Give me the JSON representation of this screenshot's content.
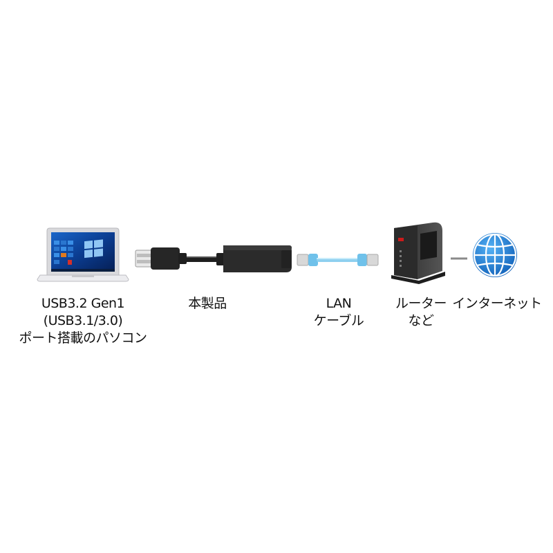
{
  "colors": {
    "background": "#ffffff",
    "text": "#111111",
    "laptop_body": "#e6e6e8",
    "laptop_screen_bg": "#0b3d91",
    "adapter": "#2a2a2a",
    "cable_black": "#1e1e1e",
    "lan_cable": "#8fd0ef",
    "lan_plug": "#d8d8d8",
    "router_body": "#3a3a3a",
    "router_accent": "#cc1b1b",
    "globe": "#1c7fd8",
    "connector_line": "#8a8a8a"
  },
  "nodes": [
    {
      "id": "pc",
      "icon": "laptop-icon",
      "label_lines": [
        "USB3.2 Gen1",
        "(USB3.1/3.0)",
        "ポート搭載のパソコン"
      ]
    },
    {
      "id": "product",
      "icon": "usb-lan-adapter-icon",
      "label_lines": [
        "本製品"
      ]
    },
    {
      "id": "lan-cable",
      "icon": "lan-cable-icon",
      "label_lines": [
        "LAN",
        "ケーブル"
      ]
    },
    {
      "id": "router",
      "icon": "router-icon",
      "label_lines": [
        "ルーター",
        "など"
      ]
    },
    {
      "id": "internet",
      "icon": "globe-icon",
      "label_lines": [
        "インターネット"
      ]
    }
  ]
}
